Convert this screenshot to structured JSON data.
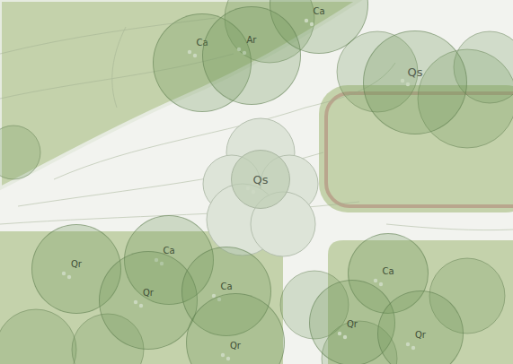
{
  "diagram": {
    "nodes": [
      {
        "text": [
          "Ca"
        ]
      },
      {
        "text": [
          "Ca"
        ]
      },
      {
        "text": [
          "Ar"
        ]
      },
      {
        "text": [
          "Qs"
        ]
      },
      {
        "text": [
          "Qs"
        ]
      },
      {
        "text": [
          "Qr"
        ]
      },
      {
        "text": [
          "Ca"
        ]
      },
      {
        "text": [
          "Qr"
        ]
      },
      {
        "text": [
          "Ca"
        ]
      },
      {
        "text": [
          "Qr"
        ]
      },
      {
        "text": [
          "Ca"
        ]
      },
      {
        "text": [
          "Qr"
        ]
      },
      {
        "text": [
          "Qr"
        ]
      }
    ]
  }
}
